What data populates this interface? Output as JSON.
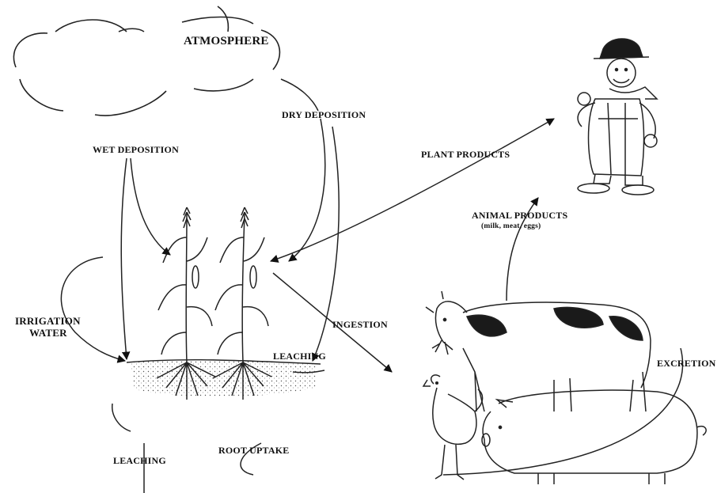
{
  "diagram": {
    "labels": {
      "atmosphere": "ATMOSPHERE",
      "dry_deposition": "DRY DEPOSITION",
      "wet_deposition": "WET DEPOSITION",
      "plant_products": "PLANT PRODUCTS",
      "animal_products": "ANIMAL PRODUCTS",
      "animal_products_detail": "(milk, meat, eggs)",
      "irrigation_line1": "IRRIGATION",
      "irrigation_line2": "WATER",
      "ingestion": "INGESTION",
      "leaching_upper": "LEACHING",
      "leaching_lower": "LEACHING",
      "root_uptake": "ROOT UPTAKE",
      "excretion": "EXCRETION"
    }
  }
}
